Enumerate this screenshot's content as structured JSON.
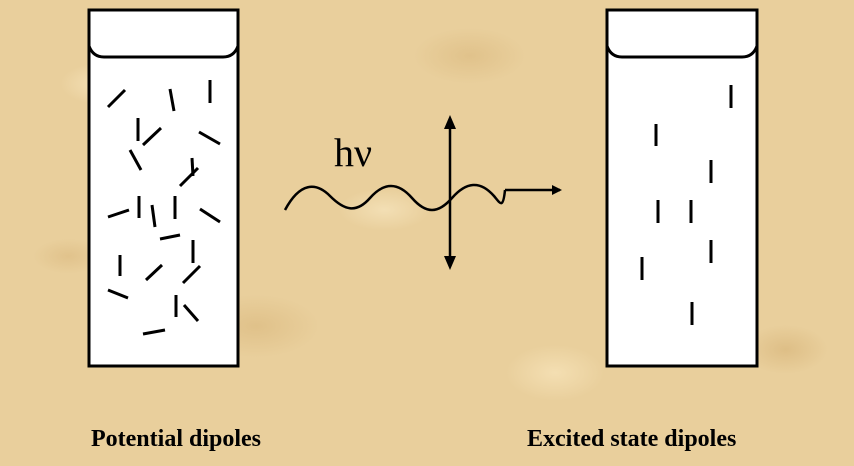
{
  "caption_left": "Potential dipoles",
  "caption_right": "Excited state dipoles",
  "photon_label": "hν",
  "colors": {
    "background": "#e9cf9c",
    "cell_fill": "#ffffff",
    "ink": "#000000"
  }
}
